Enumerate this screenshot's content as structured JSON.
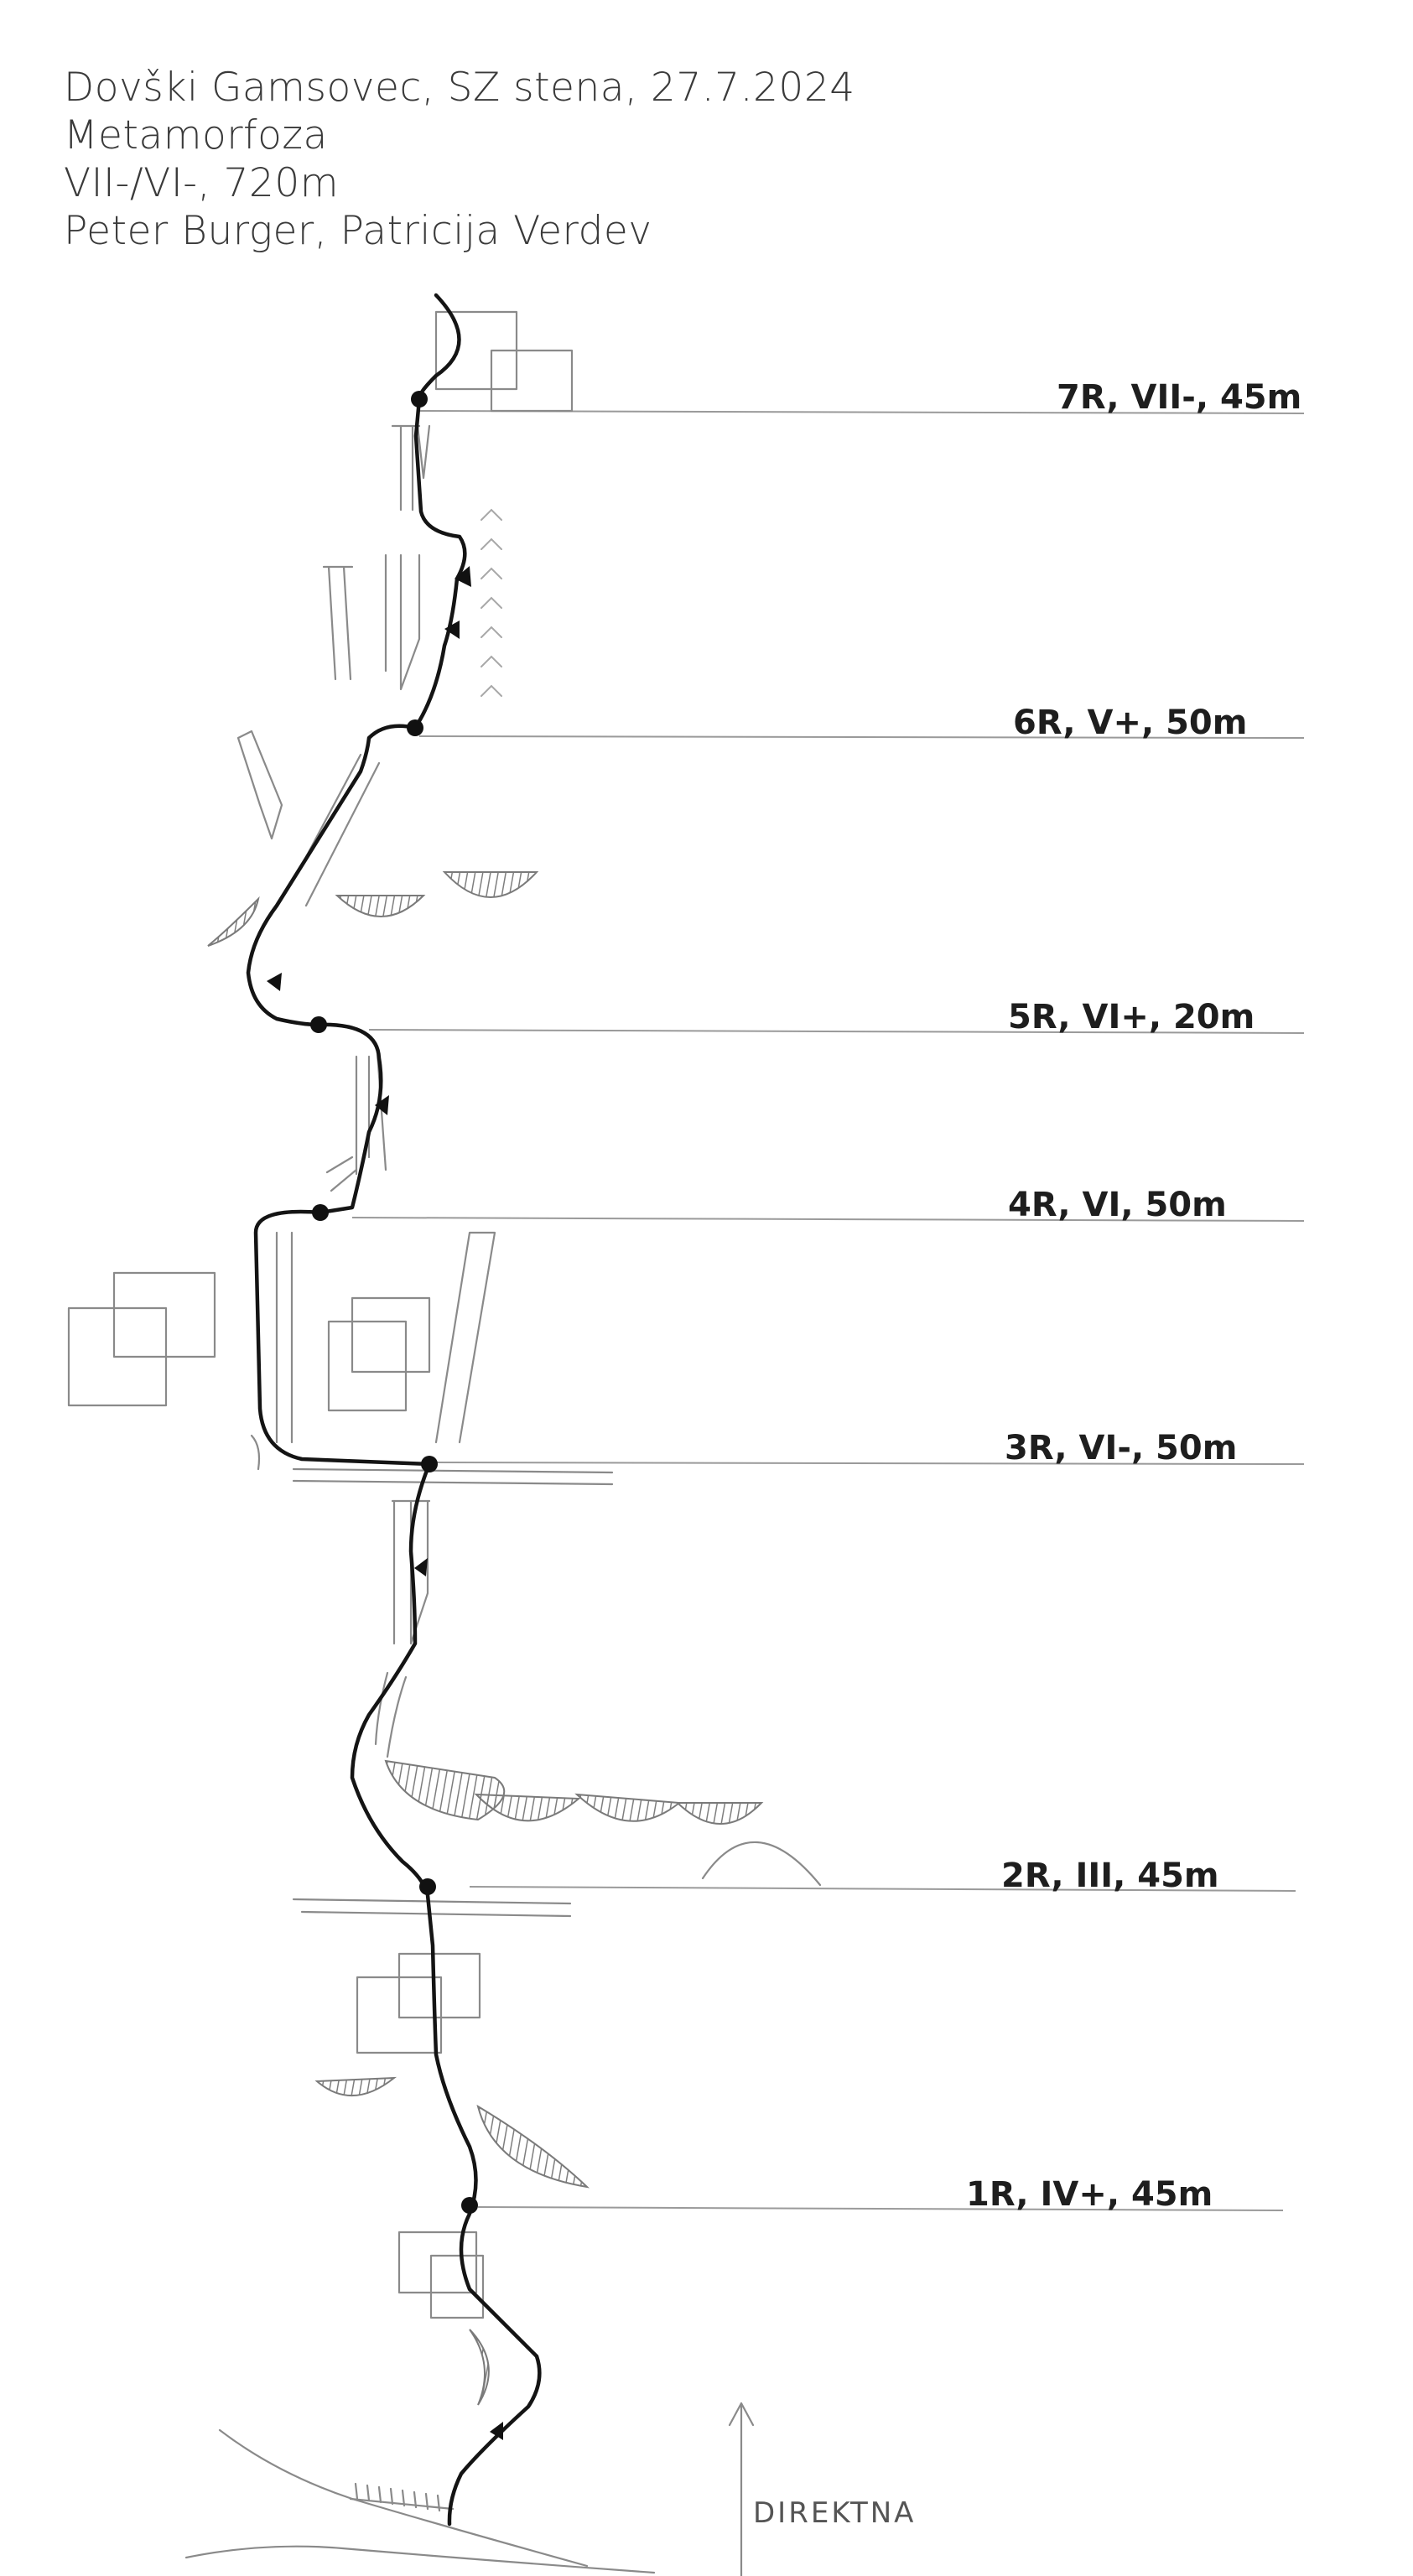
{
  "header": {
    "line1": "Dovški Gamsovec, SZ stena, 27.7.2024",
    "line2": "Metamorfoza",
    "line3": "VII-/VI-, 720m",
    "line4": "Peter Burger, Patricija Verdev"
  },
  "pitches": [
    {
      "label": "7R, VII-, 45m"
    },
    {
      "label": "6R, V+, 50m"
    },
    {
      "label": "5R, VI+, 20m"
    },
    {
      "label": "4R, VI, 50m"
    },
    {
      "label": "3R, VI-, 50m"
    },
    {
      "label": "2R, III, 45m"
    },
    {
      "label": "1R, IV+, 45m"
    }
  ],
  "neighbor_route": {
    "label": "DIREKTNA"
  },
  "colors": {
    "route": "#141414",
    "sketch": "#8a8a8a",
    "text": "#1e1e1e"
  }
}
